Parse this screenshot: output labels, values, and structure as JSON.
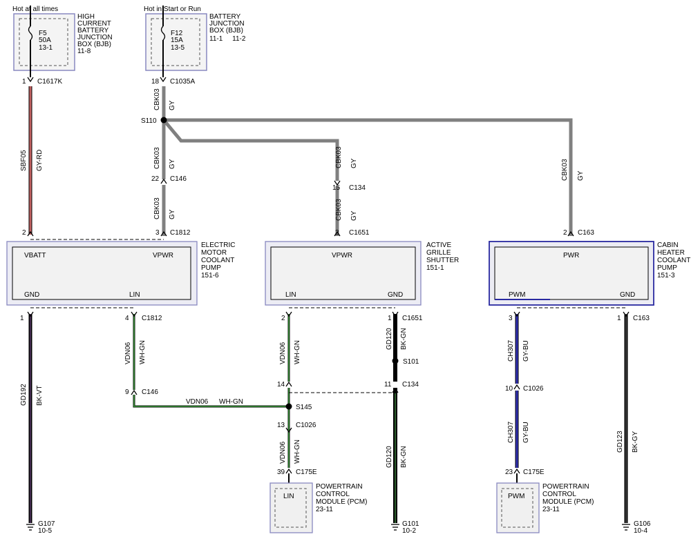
{
  "power": {
    "hot_always": "Hot at all times",
    "hot_start_run": "Hot in Start or Run"
  },
  "fuses": {
    "f5": {
      "name": "F5",
      "rating": "50A",
      "ref": "13-1"
    },
    "f12": {
      "name": "F12",
      "rating": "15A",
      "ref": "13-5"
    }
  },
  "boxes": {
    "hcbjb": [
      "HIGH",
      "CURRENT",
      "BATTERY",
      "JUNCTION",
      "BOX (BJB)",
      "11-8"
    ],
    "bjb": [
      "BATTERY",
      "JUNCTION",
      "BOX (BJB)",
      "11-1     11-2"
    ]
  },
  "modules": {
    "emcp": {
      "lines": [
        "ELECTRIC",
        "MOTOR",
        "COOLANT",
        "PUMP",
        "151-6"
      ],
      "vbatt": "VBATT",
      "vpwr": "VPWR",
      "gnd": "GND",
      "lin": "LIN"
    },
    "ags": {
      "lines": [
        "ACTIVE",
        "GRILLE",
        "SHUTTER",
        "151-1"
      ],
      "vpwr": "VPWR",
      "lin": "LIN",
      "gnd": "GND"
    },
    "chcp": {
      "lines": [
        "CABIN",
        "HEATER",
        "COOLANT",
        "PUMP",
        "151-3"
      ],
      "pwr": "PWR",
      "pwm": "PWM",
      "gnd": "GND"
    },
    "pcm1": {
      "lines": [
        "POWERTRAIN",
        "CONTROL",
        "MODULE (PCM)",
        "23-11"
      ],
      "pin": "LIN"
    },
    "pcm2": {
      "lines": [
        "POWERTRAIN",
        "CONTROL",
        "MODULE (PCM)",
        "23-11"
      ],
      "pin": "PWM"
    }
  },
  "connectors": {
    "c1617k_pin": "1",
    "c1617k": "C1617K",
    "c1035a_pin": "18",
    "c1035a": "C1035A",
    "c146a_pin": "22",
    "c146a": "C146",
    "c1812a_pin": "3",
    "c1812a": "C1812",
    "emcp_vbatt_pin": "2",
    "c134a_pin": "15",
    "c134a": "C134",
    "c1651a_pin": "3",
    "c1651a": "C1651",
    "c163a_pin": "2",
    "c163a": "C163",
    "emcp_gnd_pin": "1",
    "c1812b_pin": "4",
    "c1812b": "C1812",
    "c146b_pin": "9",
    "c146b": "C146",
    "ags_lin_pin": "2",
    "c1651b_pin": "1",
    "c1651b": "C1651",
    "c134b_pin14": "14",
    "c134b_pin11": "11",
    "c134b": "C134",
    "c1026a_pin": "13",
    "c1026a": "C1026",
    "c175ea_pin": "39",
    "c175ea": "C175E",
    "chcp_pwm_pin": "3",
    "c163b_pin": "1",
    "c163b": "C163",
    "c1026b_pin": "10",
    "c1026b": "C1026",
    "c175eb_pin": "23",
    "c175eb": "C175E"
  },
  "splices": {
    "s110": "S110",
    "s101": "S101",
    "s145": "S145"
  },
  "wires": {
    "sbf05": "SBF05",
    "gy_rd": "GY-RD",
    "cbk03": "CBK03",
    "gy": "GY",
    "gd192": "GD192",
    "bk_vt": "BK-VT",
    "vdn06": "VDN06",
    "wh_gn": "WH-GN",
    "gd120": "GD120",
    "bk_gn": "BK-GN",
    "ch307": "CH307",
    "gy_bu": "GY-BU",
    "gd123": "GD123",
    "bk_gy": "BK-GY"
  },
  "grounds": {
    "g107": "G107",
    "g107_ref": "10-5",
    "g101": "G101",
    "g101_ref": "10-2",
    "g106": "G106",
    "g106_ref": "10-4"
  },
  "colors": {
    "gray_wire": "#808080",
    "red_wire": "#c06060",
    "green_wire": "#3a9a3a",
    "blue_wire": "#3030b0",
    "box_border": "#8888c0"
  }
}
